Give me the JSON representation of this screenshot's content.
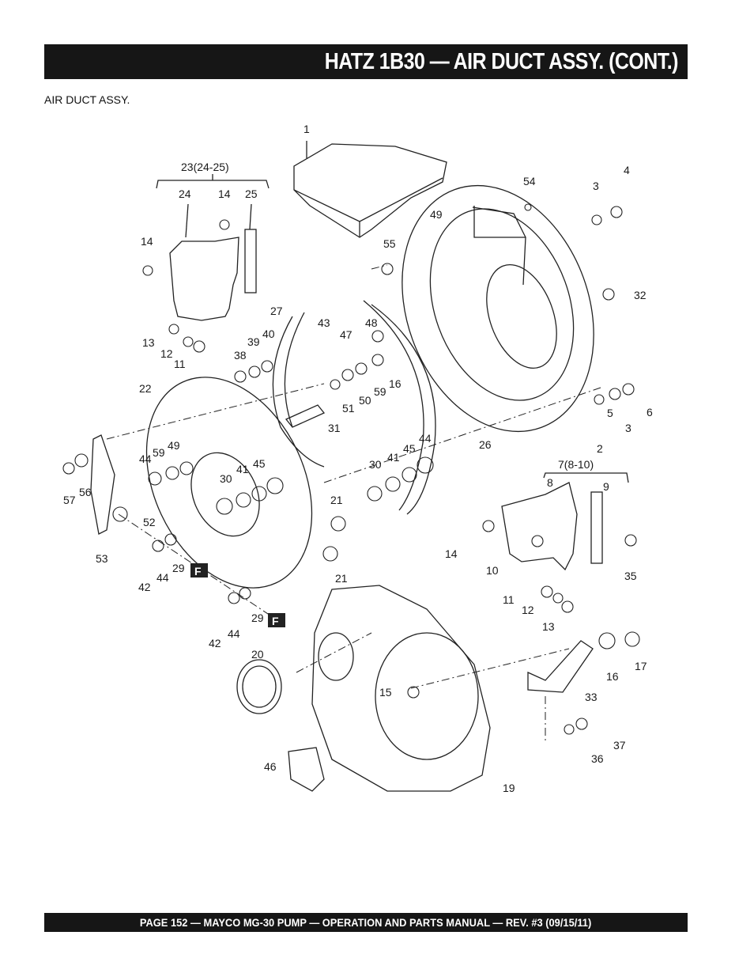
{
  "header": {
    "title": "HATZ 1B30 — AIR DUCT ASSY. (CONT.)"
  },
  "section": {
    "subtitle": "AIR DUCT ASSY."
  },
  "diagram": {
    "callouts": [
      "1",
      "23(24-25)",
      "24",
      "14",
      "25",
      "54",
      "3",
      "4",
      "14",
      "49",
      "55",
      "27",
      "43",
      "48",
      "32",
      "13",
      "12",
      "11",
      "38",
      "39",
      "40",
      "47",
      "22",
      "16",
      "50",
      "59",
      "51",
      "6",
      "5",
      "3",
      "2",
      "31",
      "26",
      "44",
      "59",
      "49",
      "45",
      "41",
      "30",
      "44",
      "57",
      "56",
      "45",
      "41",
      "30",
      "7(8-10)",
      "8",
      "9",
      "52",
      "21",
      "14",
      "10",
      "35",
      "53",
      "42",
      "44",
      "29",
      "21",
      "11",
      "12",
      "13",
      "42",
      "44",
      "29",
      "17",
      "16",
      "20",
      "15",
      "33",
      "37",
      "36",
      "46",
      "19"
    ],
    "badge": "F"
  },
  "footer": {
    "text": "PAGE 152 — MAYCO  MG-30 PUMP — OPERATION AND PARTS MANUAL — REV. #3 (09/15/11)"
  }
}
